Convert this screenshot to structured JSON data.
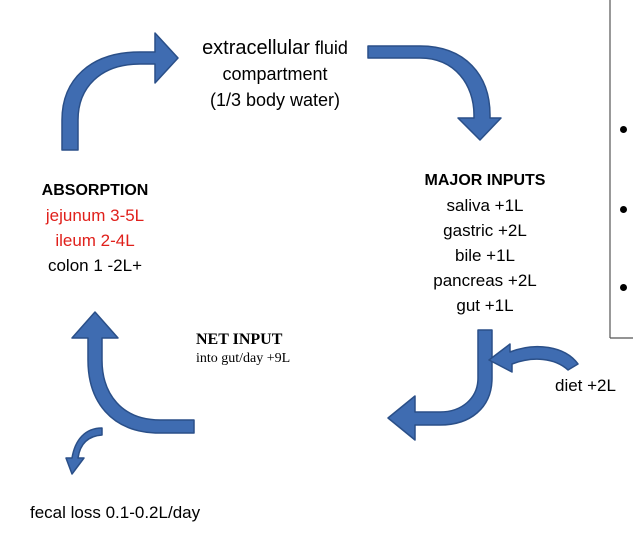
{
  "extracellular": {
    "word": "extracellular",
    "word2": "fluid",
    "line2": "compartment",
    "line3": "(1/3 body water)"
  },
  "absorption": {
    "title": "ABSORPTION",
    "items": [
      {
        "text": "jejunum  3-5L",
        "color": "#e0201b"
      },
      {
        "text": "ileum   2-4L",
        "color": "#e0201b"
      },
      {
        "text": "colon   1 -2L+",
        "color": "#000000"
      }
    ]
  },
  "major_inputs": {
    "title": "MAJOR INPUTS",
    "items": [
      "saliva +1L",
      "gastric +2L",
      "bile +1L",
      "pancreas +2L",
      "gut +1L"
    ]
  },
  "net_input": {
    "title": "NET INPUT",
    "subtitle": "into gut/day +9L"
  },
  "diet": "diet +2L",
  "fecal_loss": "fecal loss 0.1-0.2L/day",
  "colors": {
    "arrow_fill": "#3f6cb1",
    "arrow_stroke": "#2a4f88",
    "highlight": "#e0201b"
  }
}
